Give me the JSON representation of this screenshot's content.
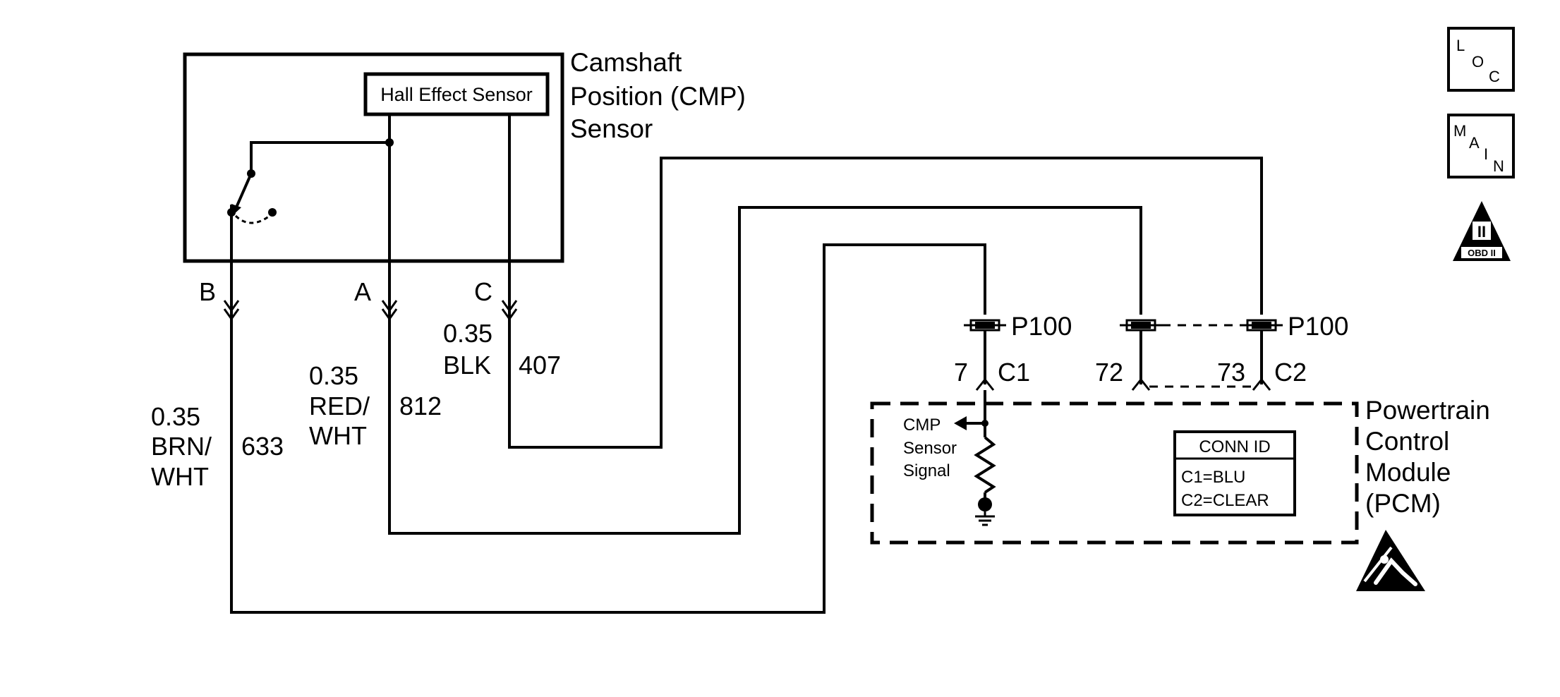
{
  "sensor": {
    "hall_effect_label": "Hall Effect Sensor",
    "title_lines": [
      "Camshaft",
      "Position (CMP)",
      "Sensor"
    ]
  },
  "terminals": {
    "b": "B",
    "a": "A",
    "c": "C"
  },
  "wires": {
    "brn_wht": {
      "size": "0.35",
      "color_lines": [
        "BRN/",
        "WHT"
      ],
      "circuit": "633"
    },
    "red_wht": {
      "size": "0.35",
      "color_lines": [
        "RED/",
        "WHT"
      ],
      "circuit": "812"
    },
    "blk": {
      "size": "0.35",
      "color_line": "BLK",
      "circuit": "407"
    }
  },
  "connectors": {
    "p100_left": "P100",
    "p100_right": "P100",
    "pin_7": "7",
    "c1": "C1",
    "pin_72": "72",
    "pin_73": "73",
    "c2": "C2"
  },
  "pcm": {
    "title_lines": [
      "Powertrain",
      "Control",
      "Module",
      "(PCM)"
    ],
    "signal_lines": [
      "CMP",
      "Sensor",
      "Signal"
    ],
    "conn_id": {
      "header": "CONN ID",
      "rows": [
        "C1=BLU",
        "C2=CLEAR"
      ]
    }
  },
  "icons": {
    "loc": {
      "letters": [
        "L",
        "O",
        "C"
      ]
    },
    "main": {
      "letters": [
        "M",
        "A",
        "I",
        "N"
      ]
    },
    "obd": {
      "numeral": "II",
      "label": "OBD II"
    }
  }
}
